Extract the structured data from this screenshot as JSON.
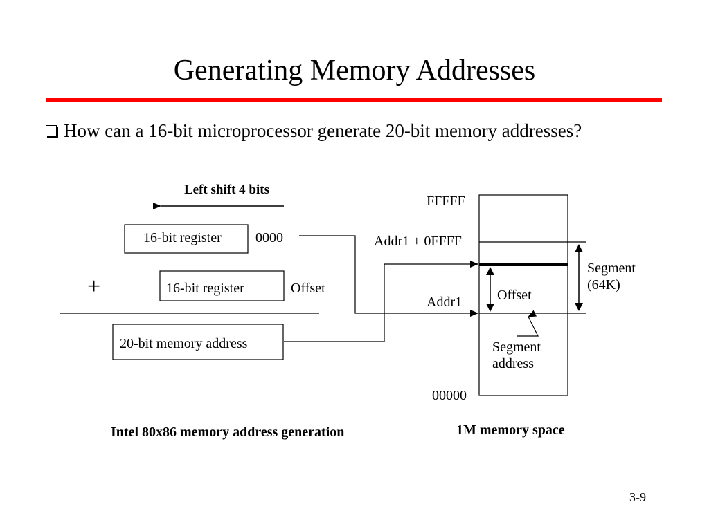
{
  "title": "Generating Memory Addresses",
  "bullet": {
    "icon": "checkbox-square-icon",
    "text": "How can a 16-bit microprocessor generate 20-bit memory addresses?"
  },
  "left_diagram": {
    "shift_label": "Left shift 4 bits",
    "register1_label": "16-bit register",
    "zeros_label": "0000",
    "plus_sign": "+",
    "register2_label": "16-bit register",
    "offset_label": "Offset",
    "result_label": "20-bit memory address",
    "caption": "Intel 80x86 memory address generation"
  },
  "memory_diagram": {
    "top_address": "FFFFF",
    "addr_plus_label": "Addr1 + 0FFFF",
    "addr1_label": "Addr1",
    "bottom_address": "00000",
    "offset_label": "Offset",
    "segment_address_label_line1": "Segment",
    "segment_address_label_line2": "address",
    "segment_label_line1": "Segment",
    "segment_label_line2": "(64K)",
    "caption": "1M memory space"
  },
  "slide_number": "3-9",
  "colors": {
    "accent_rule": "#ff0000",
    "ink": "#000000"
  }
}
